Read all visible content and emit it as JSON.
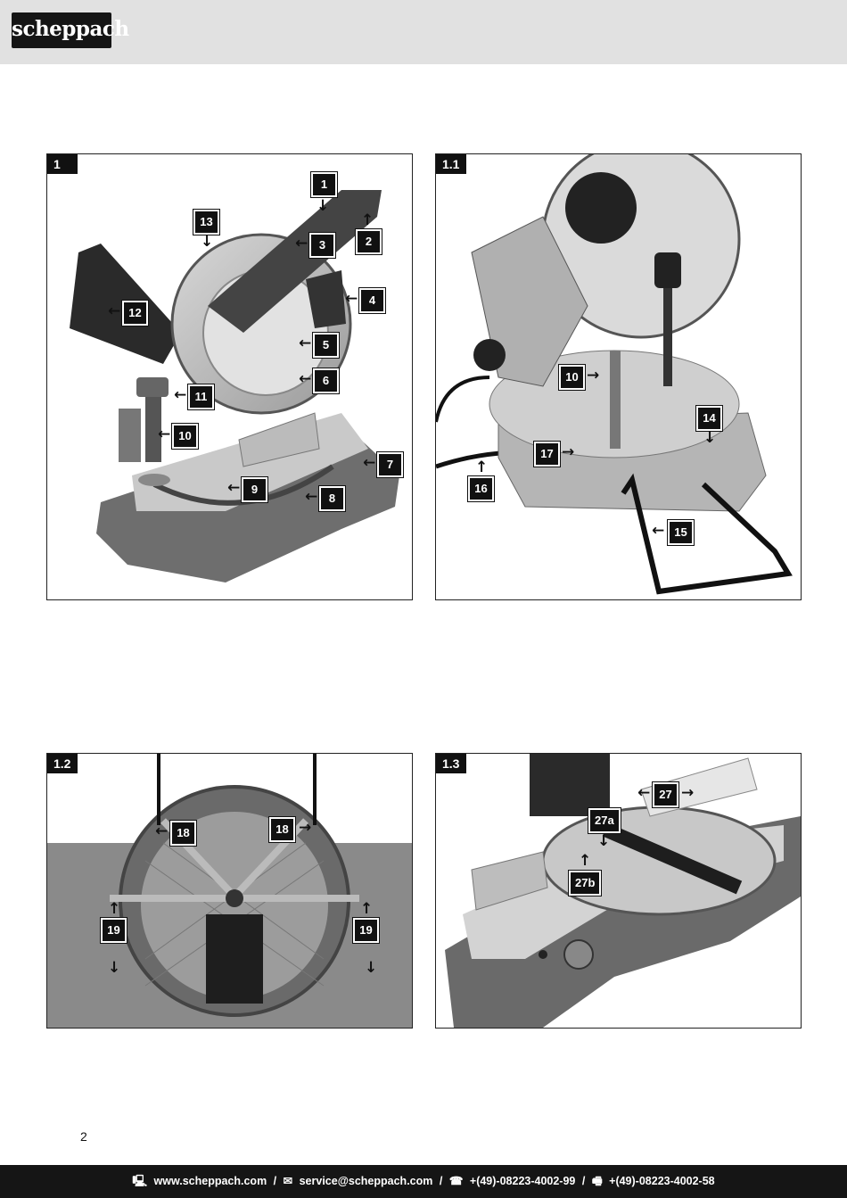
{
  "brand": {
    "logo_text": "scheppach"
  },
  "figures": [
    {
      "label": "1",
      "callouts": [
        "1",
        "2",
        "3",
        "4",
        "5",
        "6",
        "7",
        "8",
        "9",
        "10",
        "11",
        "12",
        "13"
      ]
    },
    {
      "label": "1.1",
      "callouts": [
        "10",
        "14",
        "15",
        "16",
        "17"
      ]
    },
    {
      "label": "1.2",
      "callouts": [
        "18",
        "18",
        "19",
        "19"
      ]
    },
    {
      "label": "1.3",
      "callouts": [
        "27",
        "27a",
        "27b"
      ]
    }
  ],
  "page_number": "2",
  "footer": {
    "website": "www.scheppach.com",
    "email": "service@scheppach.com",
    "phone": "+(49)-08223-4002-99",
    "fax": "+(49)-08223-4002-58",
    "separator": "/"
  },
  "icons": {
    "website": "computer-icon",
    "email": "mail-icon",
    "phone": "phone-icon",
    "fax": "fax-icon"
  }
}
